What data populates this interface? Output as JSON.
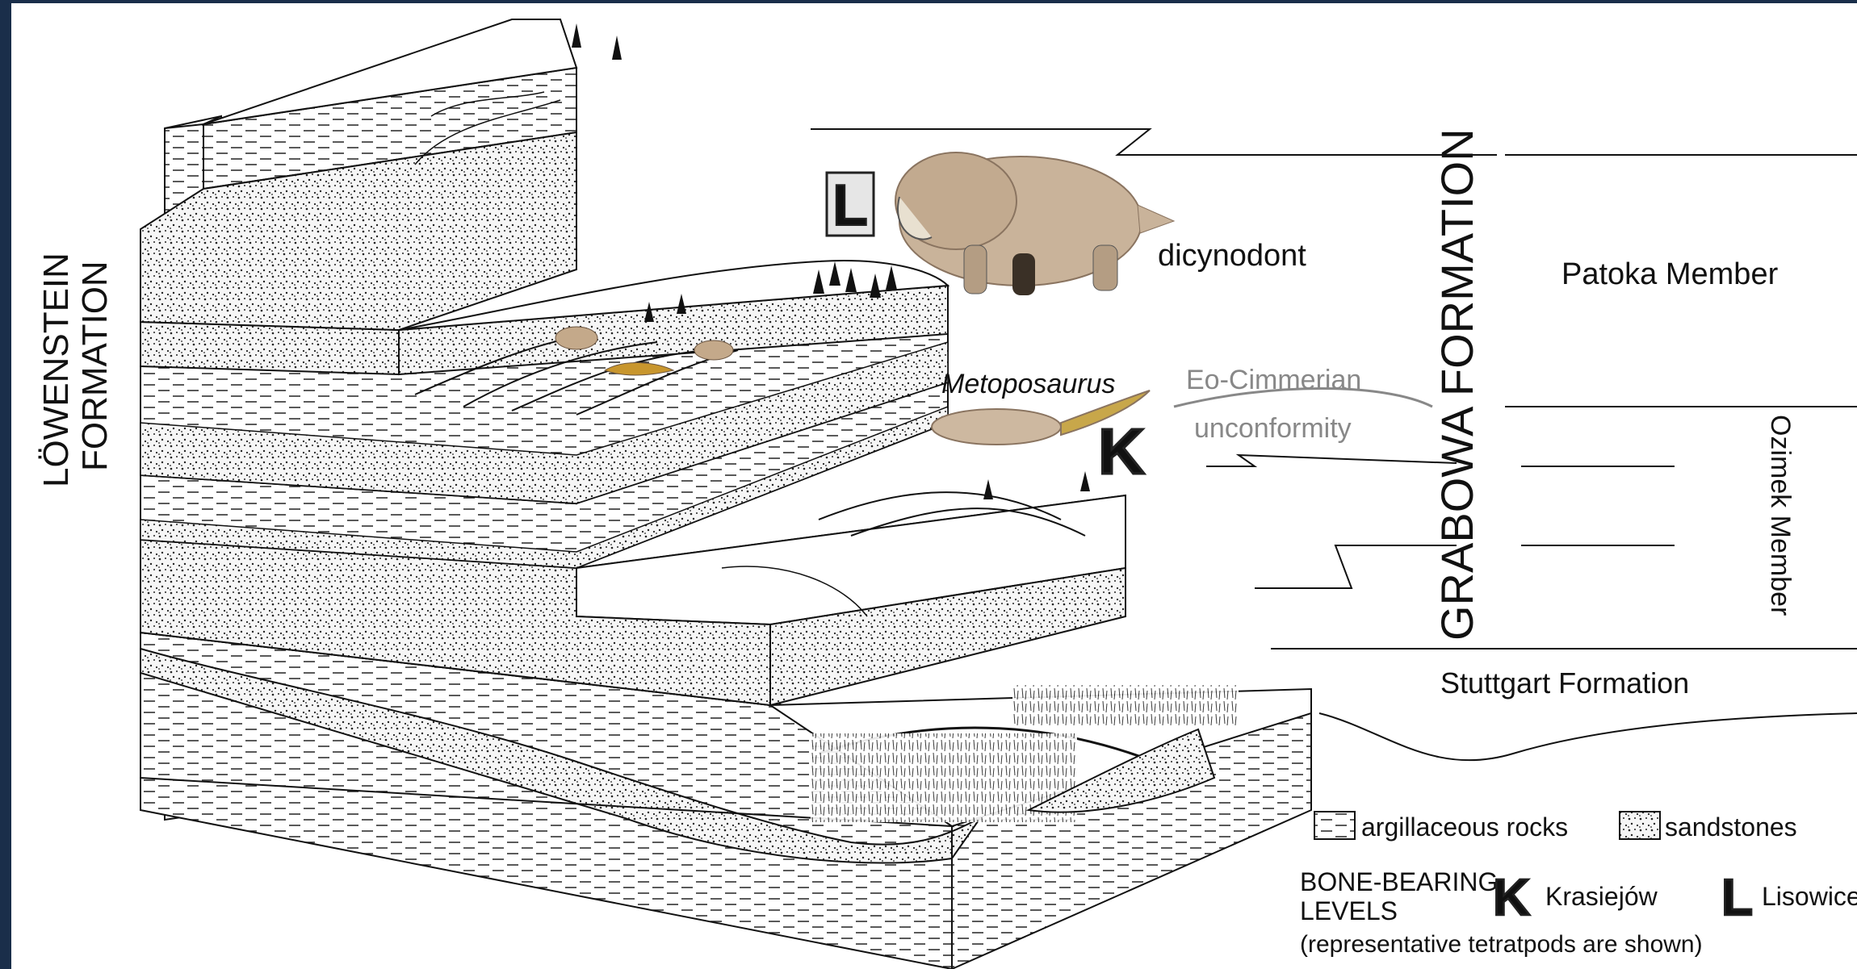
{
  "formations": {
    "lowenstein_line1": "LÖWENSTEIN",
    "lowenstein_line2": "FORMATION",
    "grabowa": "GRABOWA FORMATION",
    "patoka": "Patoka Member",
    "ozimek": "Ozimek Member",
    "stuttgart": "Stuttgart Formation"
  },
  "unconformity": {
    "line1": "Eo-Cimmerian",
    "line2": "unconformity"
  },
  "animals": {
    "dicynodont": "dicynodont",
    "metoposaurus": "Metoposaurus"
  },
  "level_badges": {
    "lisowice": "L",
    "krasiejow": "K"
  },
  "legend": {
    "argillaceous": "argillaceous rocks",
    "sandstones": "sandstones",
    "bone_bearing_line1": "BONE-BEARING",
    "bone_bearing_line2": "LEVELS",
    "k_symbol": "K",
    "k_name": "Krasiejów",
    "l_symbol": "L",
    "l_name": "Lisowice",
    "note": "(representative tetratpods are shown)"
  },
  "colors": {
    "sand_fill": "#ececec",
    "animal_skin": "#c9b39a",
    "badge_fill": "#e6e6e6"
  }
}
